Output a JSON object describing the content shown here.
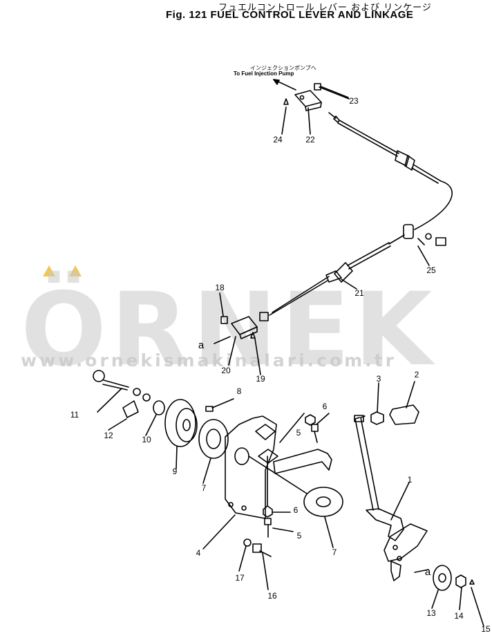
{
  "title": {
    "japanese": "フュエルコントロール レバー および リンケージ",
    "english": "Fig. 121  FUEL CONTROL LEVER AND LINKAGE"
  },
  "callout": {
    "japanese": "インジェクションポンプへ",
    "english": "To Fuel Injection Pump"
  },
  "watermark": {
    "word": "ÖRNEK",
    "url": "www.ornekismakinalari.com.tr",
    "accent_color": "#f2c74f",
    "text_color": "#c9c9c9"
  },
  "part_labels": [
    "1",
    "2",
    "3",
    "4",
    "5",
    "5",
    "6",
    "6",
    "7",
    "7",
    "8",
    "9",
    "10",
    "11",
    "12",
    "13",
    "14",
    "15",
    "16",
    "17",
    "18",
    "19",
    "20",
    "21",
    "22",
    "23",
    "24",
    "25"
  ],
  "ref_marks": [
    "a",
    "a"
  ]
}
